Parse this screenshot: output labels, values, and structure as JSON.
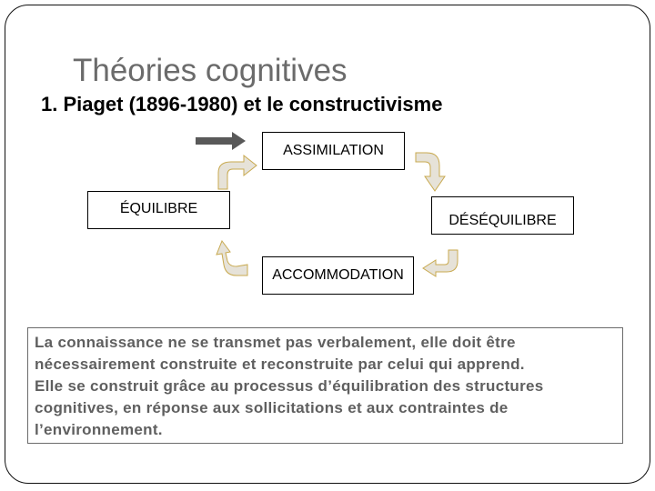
{
  "slide": {
    "title": "Théories cognitives",
    "subtitle": "1. Piaget (1896-1980) et le constructivisme"
  },
  "diagram": {
    "stages": {
      "assimilation": "ASSIMILATION",
      "equilibre": "ÉQUILIBRE",
      "desequilibre": "DÉSÉQUILIBRE",
      "accommodation": "ACCOMMODATION"
    },
    "arrows": [
      {
        "name": "entry-arrow",
        "from": "left",
        "to": "ASSIMILATION",
        "color": "#595959"
      },
      {
        "name": "cycle-arrow",
        "from": "ÉQUILIBRE",
        "to": "ASSIMILATION",
        "color": "#e6e2d8"
      },
      {
        "name": "cycle-arrow",
        "from": "ASSIMILATION",
        "to": "DÉSÉQUILIBRE",
        "color": "#e6e2d8"
      },
      {
        "name": "cycle-arrow",
        "from": "DÉSÉQUILIBRE",
        "to": "ACCOMMODATION",
        "color": "#e6e2d8"
      },
      {
        "name": "cycle-arrow",
        "from": "ACCOMMODATION",
        "to": "ÉQUILIBRE",
        "color": "#e6e2d8"
      }
    ]
  },
  "body_text": {
    "lines": [
      "La connaissance ne se transmet pas verbalement, elle doit être",
      "nécessairement construite et reconstruite par celui qui apprend.",
      "Elle se construit grâce au processus d’équilibration des structures",
      "cognitives, en réponse aux sollicitations et aux contraintes de",
      "l’environnement."
    ]
  },
  "colors": {
    "title": "#6b6b6b",
    "body_text": "#5f5f5f",
    "cycle_arrow_fill": "#e6e2d8",
    "cycle_arrow_stroke": "#c8a94f",
    "entry_arrow": "#595959"
  }
}
